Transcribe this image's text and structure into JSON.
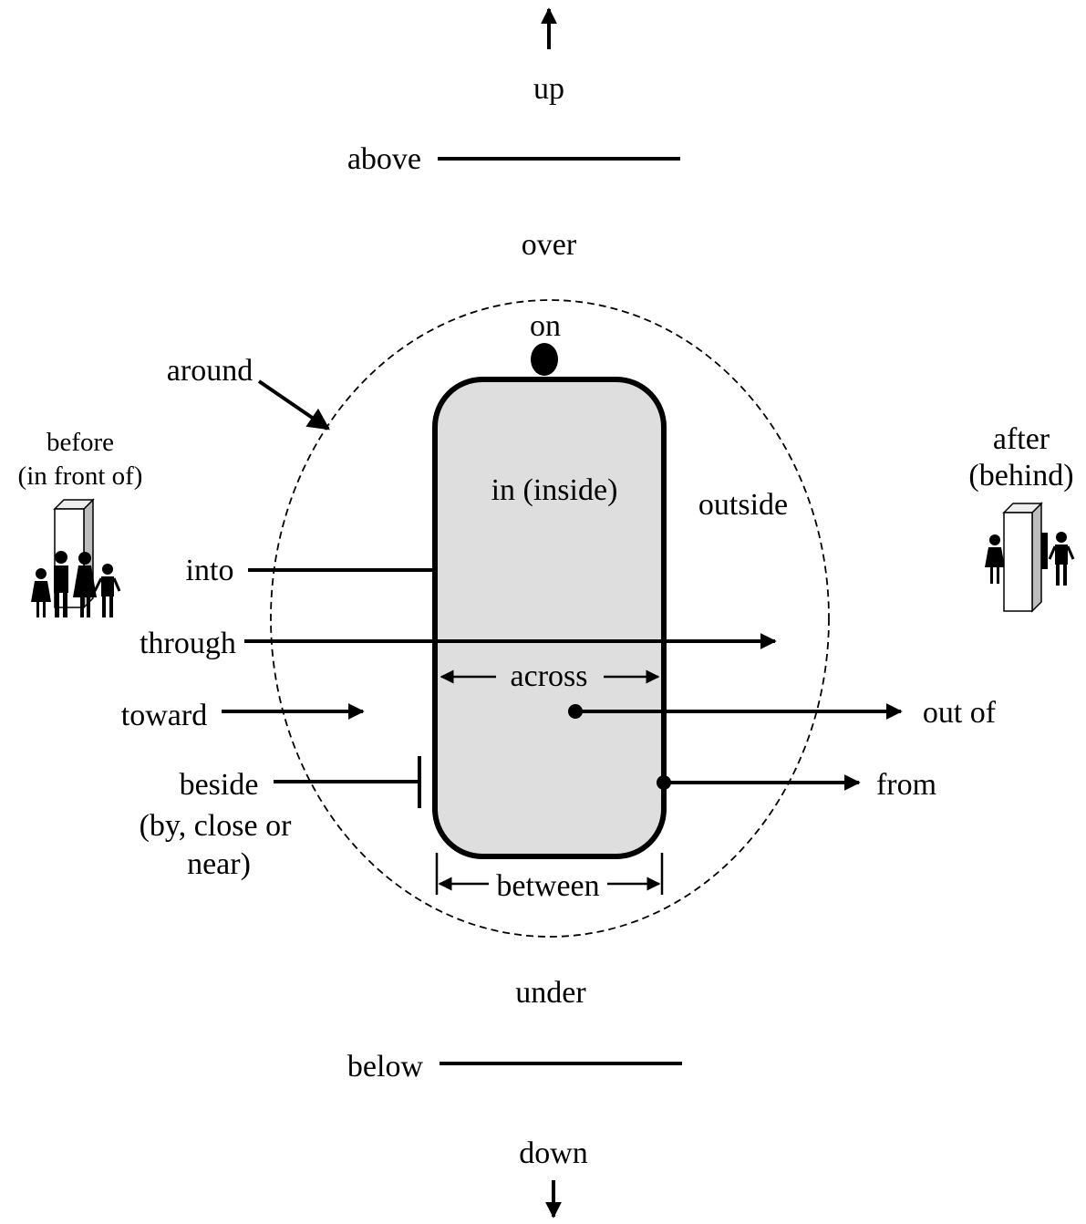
{
  "labels": {
    "up": "up",
    "above": "above",
    "over": "over",
    "on": "on",
    "around": "around",
    "before_line1": "before",
    "before_line2": "(in front of)",
    "after_line1": "after",
    "after_line2": "(behind)",
    "in_inside": "in (inside)",
    "outside": "outside",
    "into": "into",
    "through": "through",
    "across": "across",
    "toward": "toward",
    "out_of": "out of",
    "beside_line1": "beside",
    "beside_line2": "(by, close or",
    "beside_line3": "near)",
    "from": "from",
    "between": "between",
    "under": "under",
    "below": "below",
    "down": "down"
  },
  "colors": {
    "box_fill": "#dedede",
    "stroke": "#000000",
    "background": "#ffffff"
  }
}
